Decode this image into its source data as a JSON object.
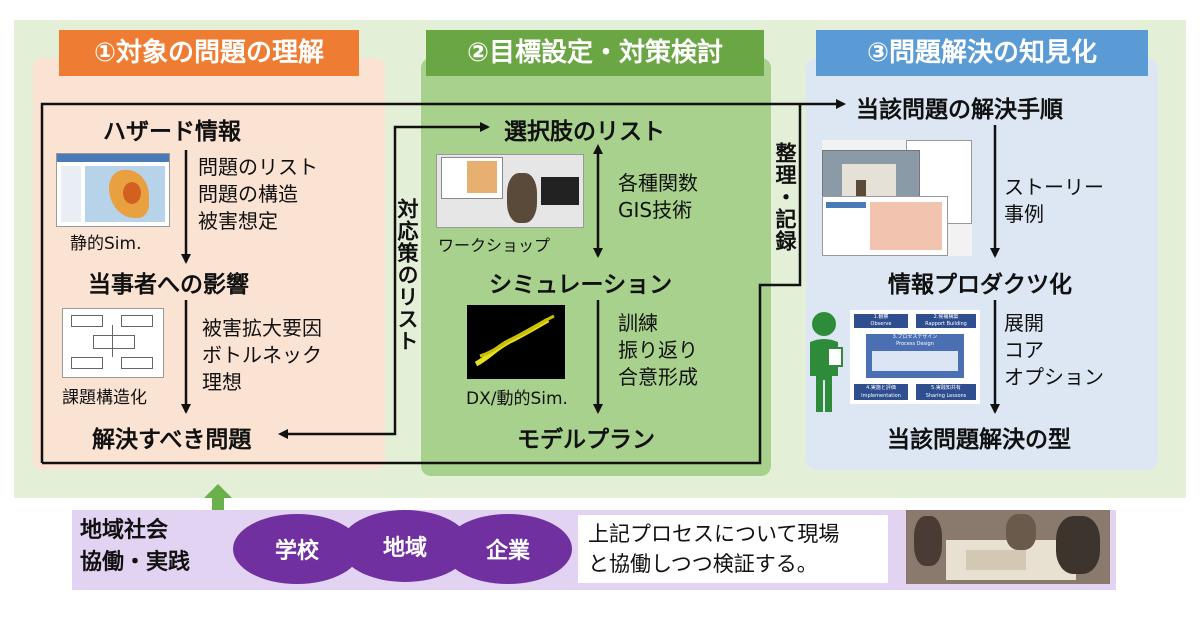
{
  "panels": {
    "p1": {
      "header": "①対象の問題の理解",
      "hazard": "ハザード情報",
      "hazard_items": [
        "問題のリスト",
        "問題の構造",
        "被害想定"
      ],
      "static_sim": "静的Sim.",
      "impact": "当事者への影響",
      "impact_items": [
        "被害拡大要因",
        "ボトルネック",
        "理想"
      ],
      "structuring": "課題構造化",
      "should_solve": "解決すべき問題"
    },
    "p2": {
      "header": "②目標設定・対策検討",
      "options": "選択肢のリスト",
      "options_items": [
        "各種関数",
        "GIS技術"
      ],
      "workshop": "ワークショップ",
      "simulation": "シミュレーション",
      "sim_items": [
        "訓練",
        "振り返り",
        "合意形成"
      ],
      "dx_sim": "DX/動的Sim.",
      "model_plan": "モデルプラン"
    },
    "p3": {
      "header": "③問題解決の知見化",
      "procedure": "当該問題の解決手順",
      "procedure_items": [
        "ストーリー",
        "事例"
      ],
      "productize": "情報プロダクツ化",
      "product_items": [
        "展開",
        "コア",
        "オプション"
      ],
      "solution_type": "当該問題解決の型"
    }
  },
  "connectors": {
    "countermeasures": "対応策のリスト",
    "organize_record": "整理・記録"
  },
  "process_thumb": {
    "labels": [
      "1.観察",
      "Observe",
      "2.候補構築",
      "Rapport Building",
      "3.プロセスデザイン",
      "Process Design",
      "4.実施と評価",
      "Implementation",
      "5.実践知共有",
      "Sharing Lessons"
    ]
  },
  "bottom": {
    "title_lines": [
      "地域社会",
      "協働・実践"
    ],
    "pills": [
      "学校",
      "地域",
      "企業"
    ],
    "note_lines": [
      "上記プロセスについて現場",
      "と協働しつつ検証する。"
    ]
  },
  "colors": {
    "orange": "#ee7c32",
    "green": "#6ba644",
    "blue": "#5b9bd5",
    "purple": "#7030a0",
    "lavender": "#e3d3f3"
  }
}
